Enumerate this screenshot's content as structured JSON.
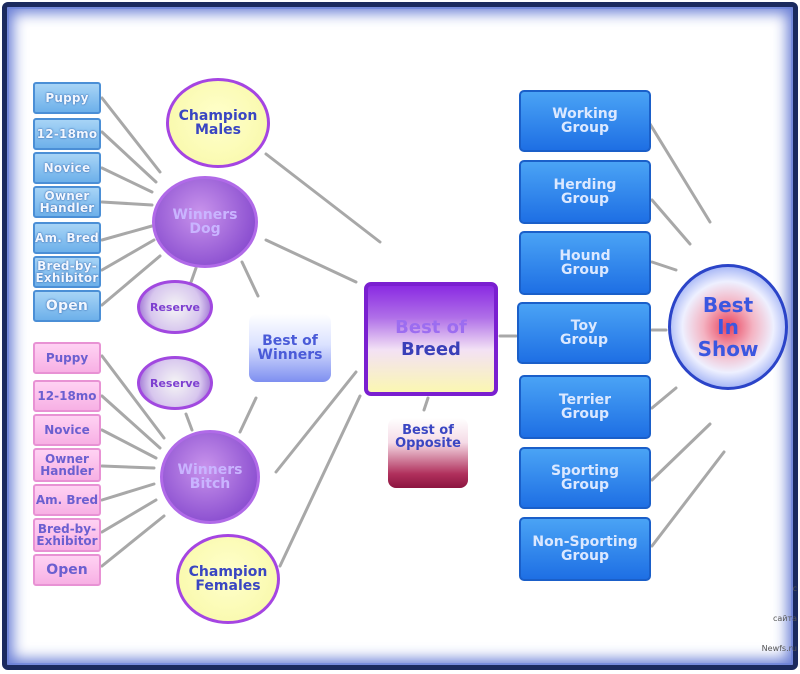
{
  "left_top_classes": [
    "Puppy",
    "12-18mo",
    "Novice",
    "Owner Handler",
    "Am. Bred",
    "Bred-by-Exhibitor",
    "Open"
  ],
  "left_bottom_classes": [
    "Puppy",
    "12-18mo",
    "Novice",
    "Owner Handler",
    "Am. Bred",
    "Bred-by-Exhibitor",
    "Open"
  ],
  "champion_males": "Champion Males",
  "winners_dog": "Winners Dog",
  "reserve_top": "Reserve",
  "reserve_bottom": "Reserve",
  "best_of_winners": "Best of Winners",
  "winners_bitch": "Winners Bitch",
  "champion_females": "Champion Females",
  "best_of_breed": {
    "line1": "Best of",
    "line2": "Breed"
  },
  "best_of_opposite": "Best of Opposite",
  "groups": [
    "Working Group",
    "Herding Group",
    "Hound Group",
    "Toy Group",
    "Terrier Group",
    "Sporting Group",
    "Non-Sporting Group"
  ],
  "best_in_show": {
    "line1": "Best",
    "line2": "In",
    "line3": "Show"
  },
  "watermark": {
    "line1": "с",
    "line2": "сайта",
    "line3": "Newfs.ru"
  },
  "colors": {
    "connector": "#a8a8a8",
    "frame": "#1b2a5e",
    "group_blue": "#1e6fe4",
    "winners_purple": "#8b4fd0",
    "champion_yellow": "#fafab0"
  }
}
